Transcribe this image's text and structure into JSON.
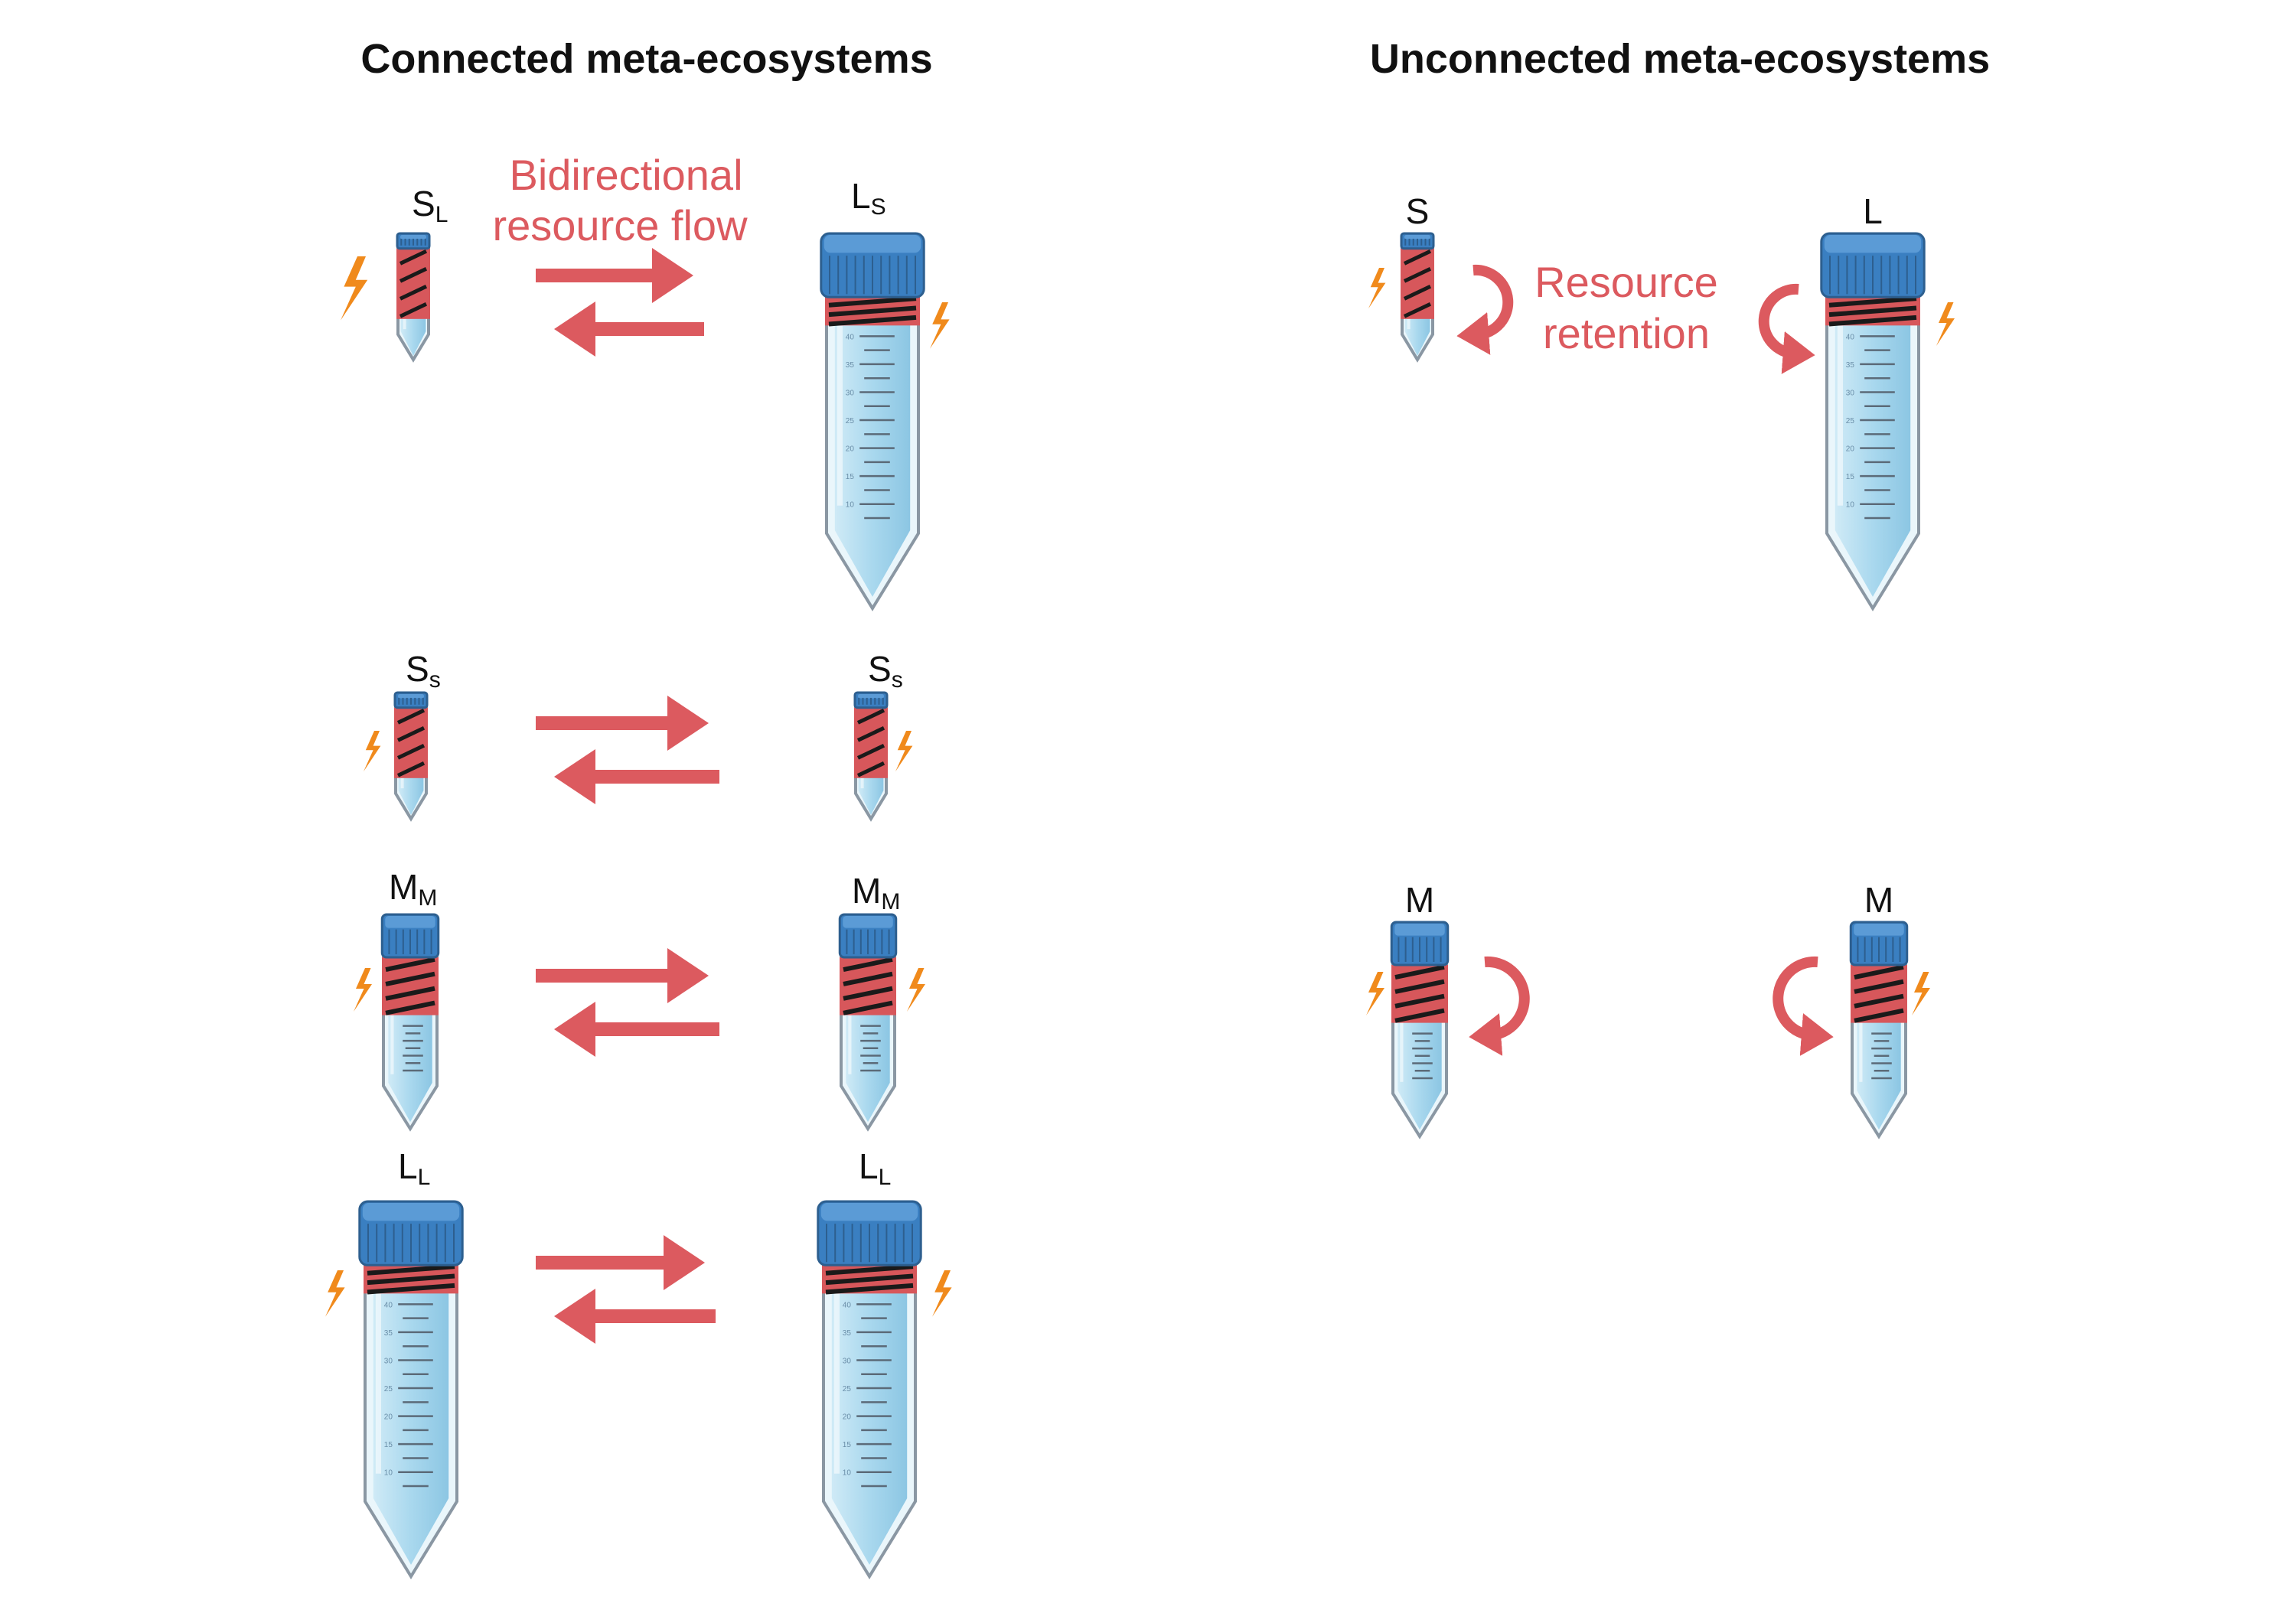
{
  "headings": {
    "connected": "Connected meta-ecosystems",
    "unconnected": "Unconnected meta-ecosystems"
  },
  "annotations": {
    "bidirectional_line1": "Bidirectional",
    "bidirectional_line2": "resource flow",
    "retention_line1": "Resource",
    "retention_line2": "retention"
  },
  "connected_pairs": [
    {
      "left": {
        "main": "S",
        "sub": "L"
      },
      "right": {
        "main": "L",
        "sub": "S"
      }
    },
    {
      "left": {
        "main": "S",
        "sub": "s"
      },
      "right": {
        "main": "S",
        "sub": "s"
      }
    },
    {
      "left": {
        "main": "M",
        "sub": "M"
      },
      "right": {
        "main": "M",
        "sub": "M"
      }
    },
    {
      "left": {
        "main": "L",
        "sub": "L"
      },
      "right": {
        "main": "L",
        "sub": "L"
      }
    }
  ],
  "unconnected_tubes": [
    {
      "main": "S"
    },
    {
      "main": "L"
    },
    {
      "main": "M"
    },
    {
      "main": "M"
    }
  ],
  "graduation_marks": [
    "40",
    "35",
    "30",
    "25",
    "20",
    "15",
    "10"
  ],
  "colors": {
    "accent_red": "#dc5a5f",
    "cap_blue": "#3a7fc1",
    "tape_red": "#d7575b",
    "liquid_blue": "#a9d8ee",
    "lightning_orange": "#f08a1c"
  },
  "icons": [
    "test-tube-icon",
    "lightning-icon",
    "flow-arrow-icon",
    "circular-arrow-icon"
  ]
}
